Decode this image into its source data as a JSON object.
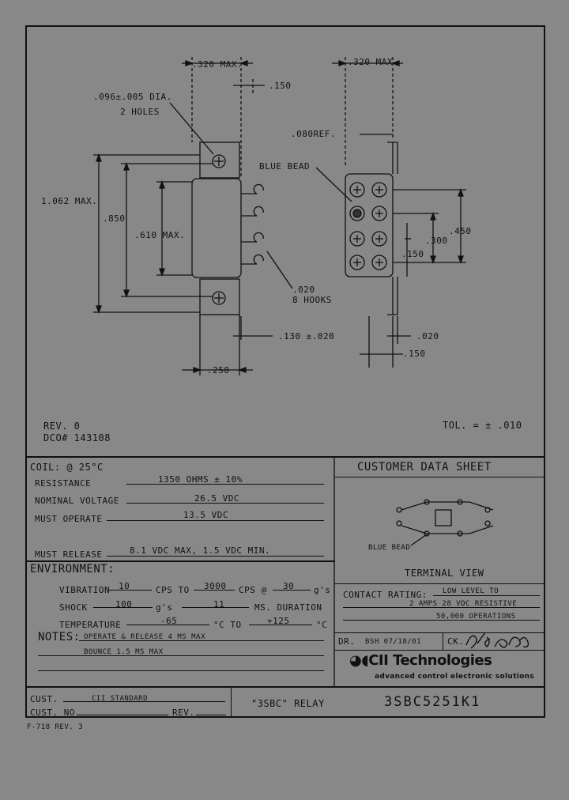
{
  "drawing": {
    "dims": {
      "w320_left": ".320 MAX.",
      "d150_top": ".150",
      "hole": ".096±.005 DIA.",
      "holes": "2 HOLES",
      "h1062": "1.062 MAX.",
      "h850": ".850",
      "h610": ".610 MAX.",
      "hook": ".020",
      "hooks": "8 HOOKS",
      "d130": ".130 ±.020",
      "w250": ".250",
      "w320_right": ".320 MAX.",
      "ref080": ".080REF.",
      "blue_bead": "BLUE BEAD",
      "d450": ".450",
      "d300": ".300",
      "d150_side": ".150",
      "d020": ".020",
      "d150_bottom": ".150"
    },
    "rev": "REV. 0",
    "dco": "DCO# 143108",
    "tol": "TOL. = ± .010"
  },
  "coil": {
    "header": "COIL: @ 25°C",
    "resistance_label": "RESISTANCE",
    "resistance_value": "1350 OHMS ± 10%",
    "nominal_label": "NOMINAL VOLTAGE",
    "nominal_value": "26.5 VDC",
    "operate_label": "MUST OPERATE",
    "operate_value": "13.5 VDC",
    "release_label": "MUST RELEASE",
    "release_value": "8.1 VDC MAX, 1.5 VDC MIN."
  },
  "environment": {
    "header": "ENVIRONMENT:",
    "vibration_label": "VIBRATION",
    "vibration_g": "10",
    "cps_to": "CPS TO",
    "vibration_cps": "3000",
    "cps_at": "CPS @",
    "vibration_g2": "30",
    "g_unit": "g's",
    "shock_label": "SHOCK",
    "shock_g": "100",
    "shock_g_unit": "g's",
    "shock_ms": "11",
    "ms_duration": "MS. DURATION",
    "temp_label": "TEMPERATURE",
    "temp_low": "-65",
    "deg_c_to": "°C TO",
    "temp_high": "+125",
    "deg_c": "°C"
  },
  "notes": {
    "header": "NOTES:",
    "line1": "OPERATE & RELEASE 4 MS MAX",
    "line2": "BOUNCE 1.5 MS MAX"
  },
  "customer": {
    "sheet_title": "CUSTOMER DATA SHEET",
    "blue_bead": "BLUE BEAD",
    "terminal_view": "TERMINAL VIEW",
    "contact_label": "CONTACT RATING:",
    "contact_line1": "LOW LEVEL TO",
    "contact_line2": "2 AMPS 28 VDC RESISTIVE",
    "contact_line3": "50,000 OPERATIONS",
    "dr_label": "DR.",
    "dr_value": "BSH 07/18/01",
    "ck_label": "CK."
  },
  "title_block": {
    "cust_label": "CUST.",
    "cust_value": "CII STANDARD",
    "cust_no_label": "CUST. NO.",
    "rev_label": "REV.",
    "product": "\"3SBC\" RELAY",
    "part_number": "3SBC5251K1",
    "logo_text": "CII Technologies",
    "tagline": "advanced control electronic solutions",
    "form": "F-718 REV. 3"
  }
}
